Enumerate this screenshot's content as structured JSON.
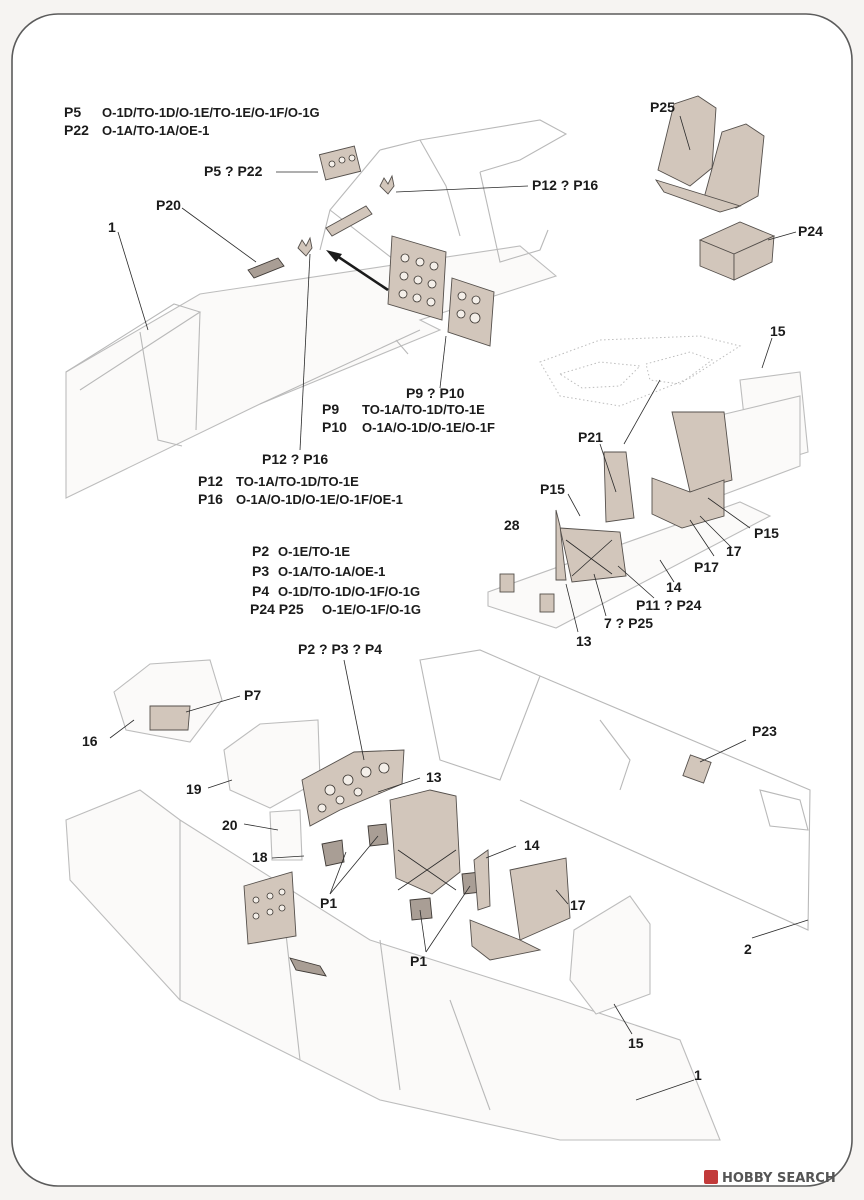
{
  "header_notes": {
    "row1_code": "P5",
    "row1_text": "O-1D/TO-1D/O-1E/TO-1E/O-1F/O-1G",
    "row2_code": "P22",
    "row2_text": "O-1A/TO-1A/OE-1"
  },
  "labels": {
    "p5_p22": "P5 ? P22",
    "p20": "P20",
    "one_top": "1",
    "p12_p16_top": "P12 ? P16",
    "p25": "P25",
    "p24": "P24",
    "fifteen_top": "15",
    "p9_p10": "P9 ? P10",
    "p21": "P21",
    "p15_left": "P15",
    "p15_right": "P15",
    "twenty_eight": "28",
    "seventeen_mid": "17",
    "p17": "P17",
    "fourteen_mid": "14",
    "p11_p24": "P11 ? P24",
    "seven_p25": "7 ? P25",
    "thirteen_mid": "13",
    "p12_p16_mid": "P12 ? P16",
    "p2_p3_p4": "P2 ? P3 ? P4",
    "p7": "P7",
    "sixteen": "16",
    "nineteen": "19",
    "thirteen_low": "13",
    "twenty": "20",
    "eighteen": "18",
    "fourteen_low": "14",
    "p1_left": "P1",
    "p1_right": "P1",
    "seventeen_low": "17",
    "two": "2",
    "p23": "P23",
    "fifteen_low": "15",
    "one_low": "1"
  },
  "variant_notes": {
    "p9_code": "P9",
    "p9_text": "TO-1A/TO-1D/TO-1E",
    "p10_code": "P10",
    "p10_text": "O-1A/O-1D/O-1E/O-1F",
    "p12_code": "P12",
    "p12_text": "TO-1A/TO-1D/TO-1E",
    "p16_code": "P16",
    "p16_text": "O-1A/O-1D/O-1E/O-1F/OE-1",
    "p2_code": "P2",
    "p2_text": "O-1E/TO-1E",
    "p3_code": "P3",
    "p3_text": "O-1A/TO-1A/OE-1",
    "p4_code": "P4",
    "p4_text": "O-1D/TO-1D/O-1F/O-1G",
    "p24_p25_code": "P24 P25",
    "p24_p25_text": "O-1E/O-1F/O-1G"
  },
  "watermark": "HOBBY SEARCH",
  "colors": {
    "part_fill": "#d2c6bb",
    "outline": "#b9b9b9",
    "background": "#f6f4f2"
  }
}
